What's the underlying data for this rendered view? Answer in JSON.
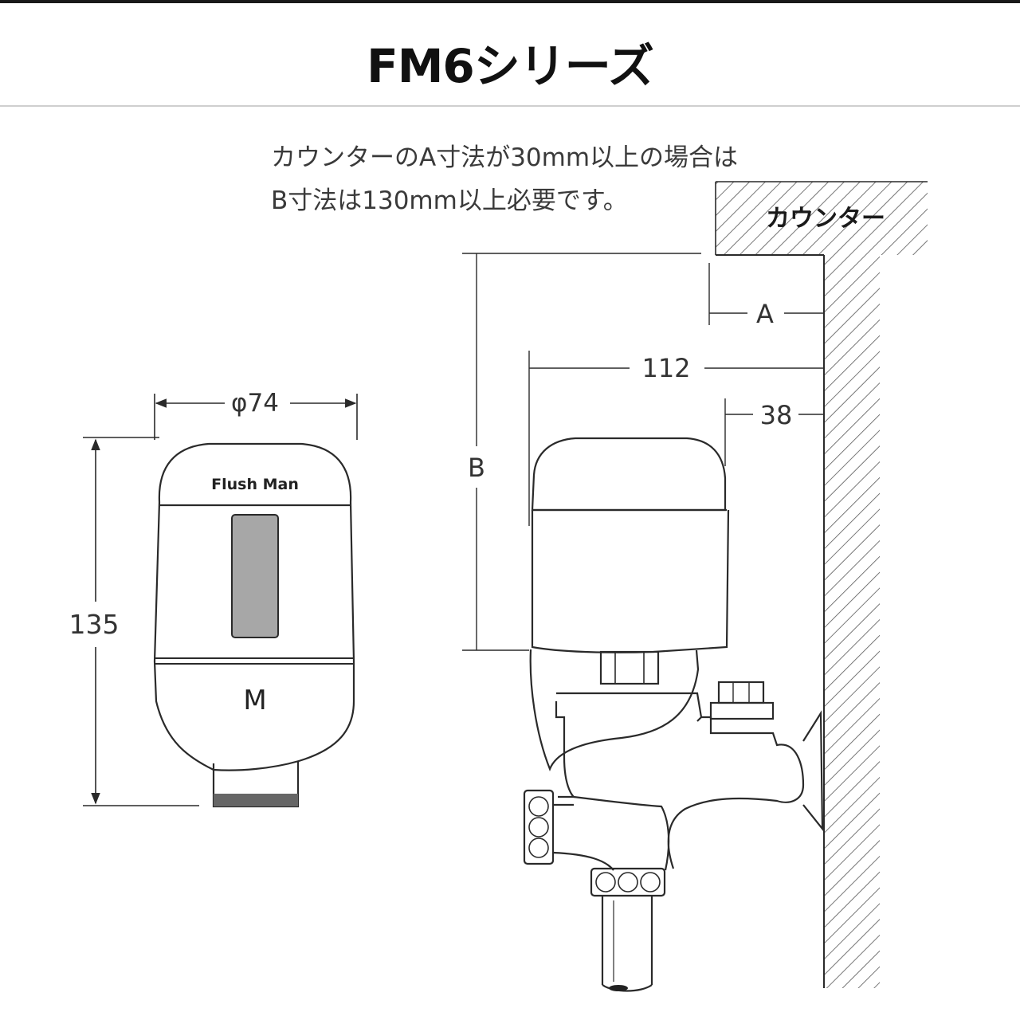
{
  "title": "FM6シリーズ",
  "note": {
    "line1": "カウンターのA寸法が30mm以上の場合は",
    "line2": "B寸法は130mm以上必要です。"
  },
  "front_view": {
    "width_label": "φ74",
    "height_label": "135",
    "brand_text": "Flush Man",
    "logo_text": "M"
  },
  "side_view": {
    "counter_label": "カウンター",
    "dim_a": "A",
    "dim_b": "B",
    "dim_112": "112",
    "dim_38": "38"
  },
  "colors": {
    "line": "#2a2a2a",
    "sensor_window": "#a7a7a7",
    "hatch": "#555555",
    "band": "#666666"
  }
}
